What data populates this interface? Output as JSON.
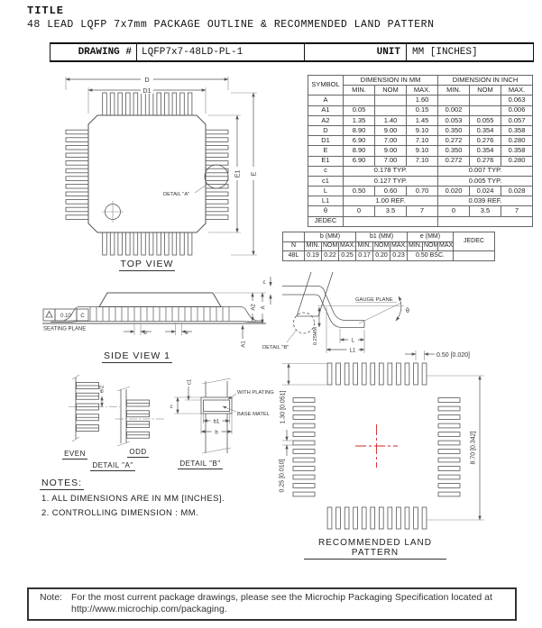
{
  "page": {
    "title_label": "TITLE",
    "title": "48 LEAD LQFP 7x7mm PACKAGE OUTLINE & RECOMMENDED LAND PATTERN"
  },
  "drawing_bar": {
    "drawing_label": "DRAWING #",
    "drawing_number": "LQFP7x7-48LD-PL-1",
    "unit_label": "UNIT",
    "unit_value": "MM [INCHES]"
  },
  "dim_table": {
    "symbol_header": "SYMBOL",
    "mm_header": "DIMENSION IN MM",
    "inch_header": "DIMENSION IN INCH",
    "min": "MIN.",
    "nom": "NOM",
    "max": "MAX.",
    "rows": [
      {
        "symbol": "A",
        "mm": [
          "",
          "",
          "1.60"
        ],
        "inch": [
          "",
          "",
          "0.063"
        ]
      },
      {
        "symbol": "A1",
        "mm": [
          "0.05",
          "",
          "0.15"
        ],
        "inch": [
          "0.002",
          "",
          "0.006"
        ]
      },
      {
        "symbol": "A2",
        "mm": [
          "1.35",
          "1.40",
          "1.45"
        ],
        "inch": [
          "0.053",
          "0.055",
          "0.057"
        ]
      },
      {
        "symbol": "D",
        "mm": [
          "8.90",
          "9.00",
          "9.10"
        ],
        "inch": [
          "0.350",
          "0.354",
          "0.358"
        ]
      },
      {
        "symbol": "D1",
        "mm": [
          "6.90",
          "7.00",
          "7.10"
        ],
        "inch": [
          "0.272",
          "0.276",
          "0.280"
        ]
      },
      {
        "symbol": "E",
        "mm": [
          "8.90",
          "9.00",
          "9.10"
        ],
        "inch": [
          "0.350",
          "0.354",
          "0.358"
        ]
      },
      {
        "symbol": "E1",
        "mm": [
          "6.90",
          "7.00",
          "7.10"
        ],
        "inch": [
          "0.272",
          "0.276",
          "0.280"
        ]
      },
      {
        "symbol": "c",
        "mm_span": "0.178 TYP.",
        "inch_span": "0.007 TYP."
      },
      {
        "symbol": "c1",
        "mm_span": "0.127 TYP.",
        "inch_span": "0.005 TYP."
      },
      {
        "symbol": "L",
        "mm": [
          "0.50",
          "0.60",
          "0.70"
        ],
        "inch": [
          "0.020",
          "0.024",
          "0.028"
        ]
      },
      {
        "symbol": "L1",
        "mm_span": "1.00 REF.",
        "inch_span": "0.039 REF."
      },
      {
        "symbol": "θ",
        "mm": [
          "0",
          "3.5",
          "7"
        ],
        "inch": [
          "0",
          "3.5",
          "7"
        ]
      },
      {
        "symbol": "JEDEC",
        "mm_span": "",
        "inch_span": ""
      }
    ]
  },
  "lead_table": {
    "n_header": "N",
    "b_header": "b (MM)",
    "b1_header": "b1 (MM)",
    "e_header": "e (MM)",
    "jedec_header": "JEDEC",
    "min": "MIN.",
    "nom": "NOM",
    "max": "MAX.",
    "row": {
      "n": "48L",
      "b": [
        "0.19",
        "0.22",
        "0.25"
      ],
      "b1": [
        "0.17",
        "0.20",
        "0.23"
      ],
      "e": "0.50 BSC.",
      "jedec": ""
    }
  },
  "labels": {
    "d": "D",
    "d1": "D1",
    "e": "E",
    "e1": "E1",
    "top_view": "TOP VIEW",
    "side_view": "SIDE VIEW 1",
    "detail_a_callout": "DETAIL \"A\"",
    "detail_b_callout": "DETAIL \"B\"",
    "detail_a_caption": "DETAIL \"A\"",
    "detail_b_caption": "DETAIL \"B\"",
    "flatness_tol": "0.10",
    "datum": "C",
    "seating_plane": "SEATING PLANE",
    "dim_b": "b",
    "dim_e": "e",
    "dim_a": "A",
    "dim_a1": "A1",
    "dim_a2": "A2",
    "dim_c": "c",
    "dim_c1": "c1",
    "dim_l": "L",
    "dim_l1": "L1",
    "theta": "θ",
    "gauge_plane": "GAUGE PLANE",
    "gauge_offset": "0.25MM",
    "even": "EVEN",
    "odd": "ODD",
    "e_half": "e/2",
    "with_plating": "WITH PLATING",
    "base_metal": "BASE MATEL",
    "dim_b1": "b1",
    "land_pattern": "RECOMMENDED LAND PATTERN",
    "lp_pitch": "0.50 [0.020]",
    "lp_pad_len": "1.30 [0.051]",
    "lp_pad_w": "0.25 [0.010]",
    "lp_span": "8.70 [0.342]"
  },
  "notes": {
    "heading": "NOTES:",
    "item1": "1. ALL DIMENSIONS ARE IN MM [INCHES].",
    "item2": "2. CONTROLLING DIMENSION : MM."
  },
  "footer": {
    "label": "Note:",
    "line1": "For the most current package drawings, please see the Microchip Packaging Specification located at",
    "line2": "http://www.microchip.com/packaging."
  }
}
